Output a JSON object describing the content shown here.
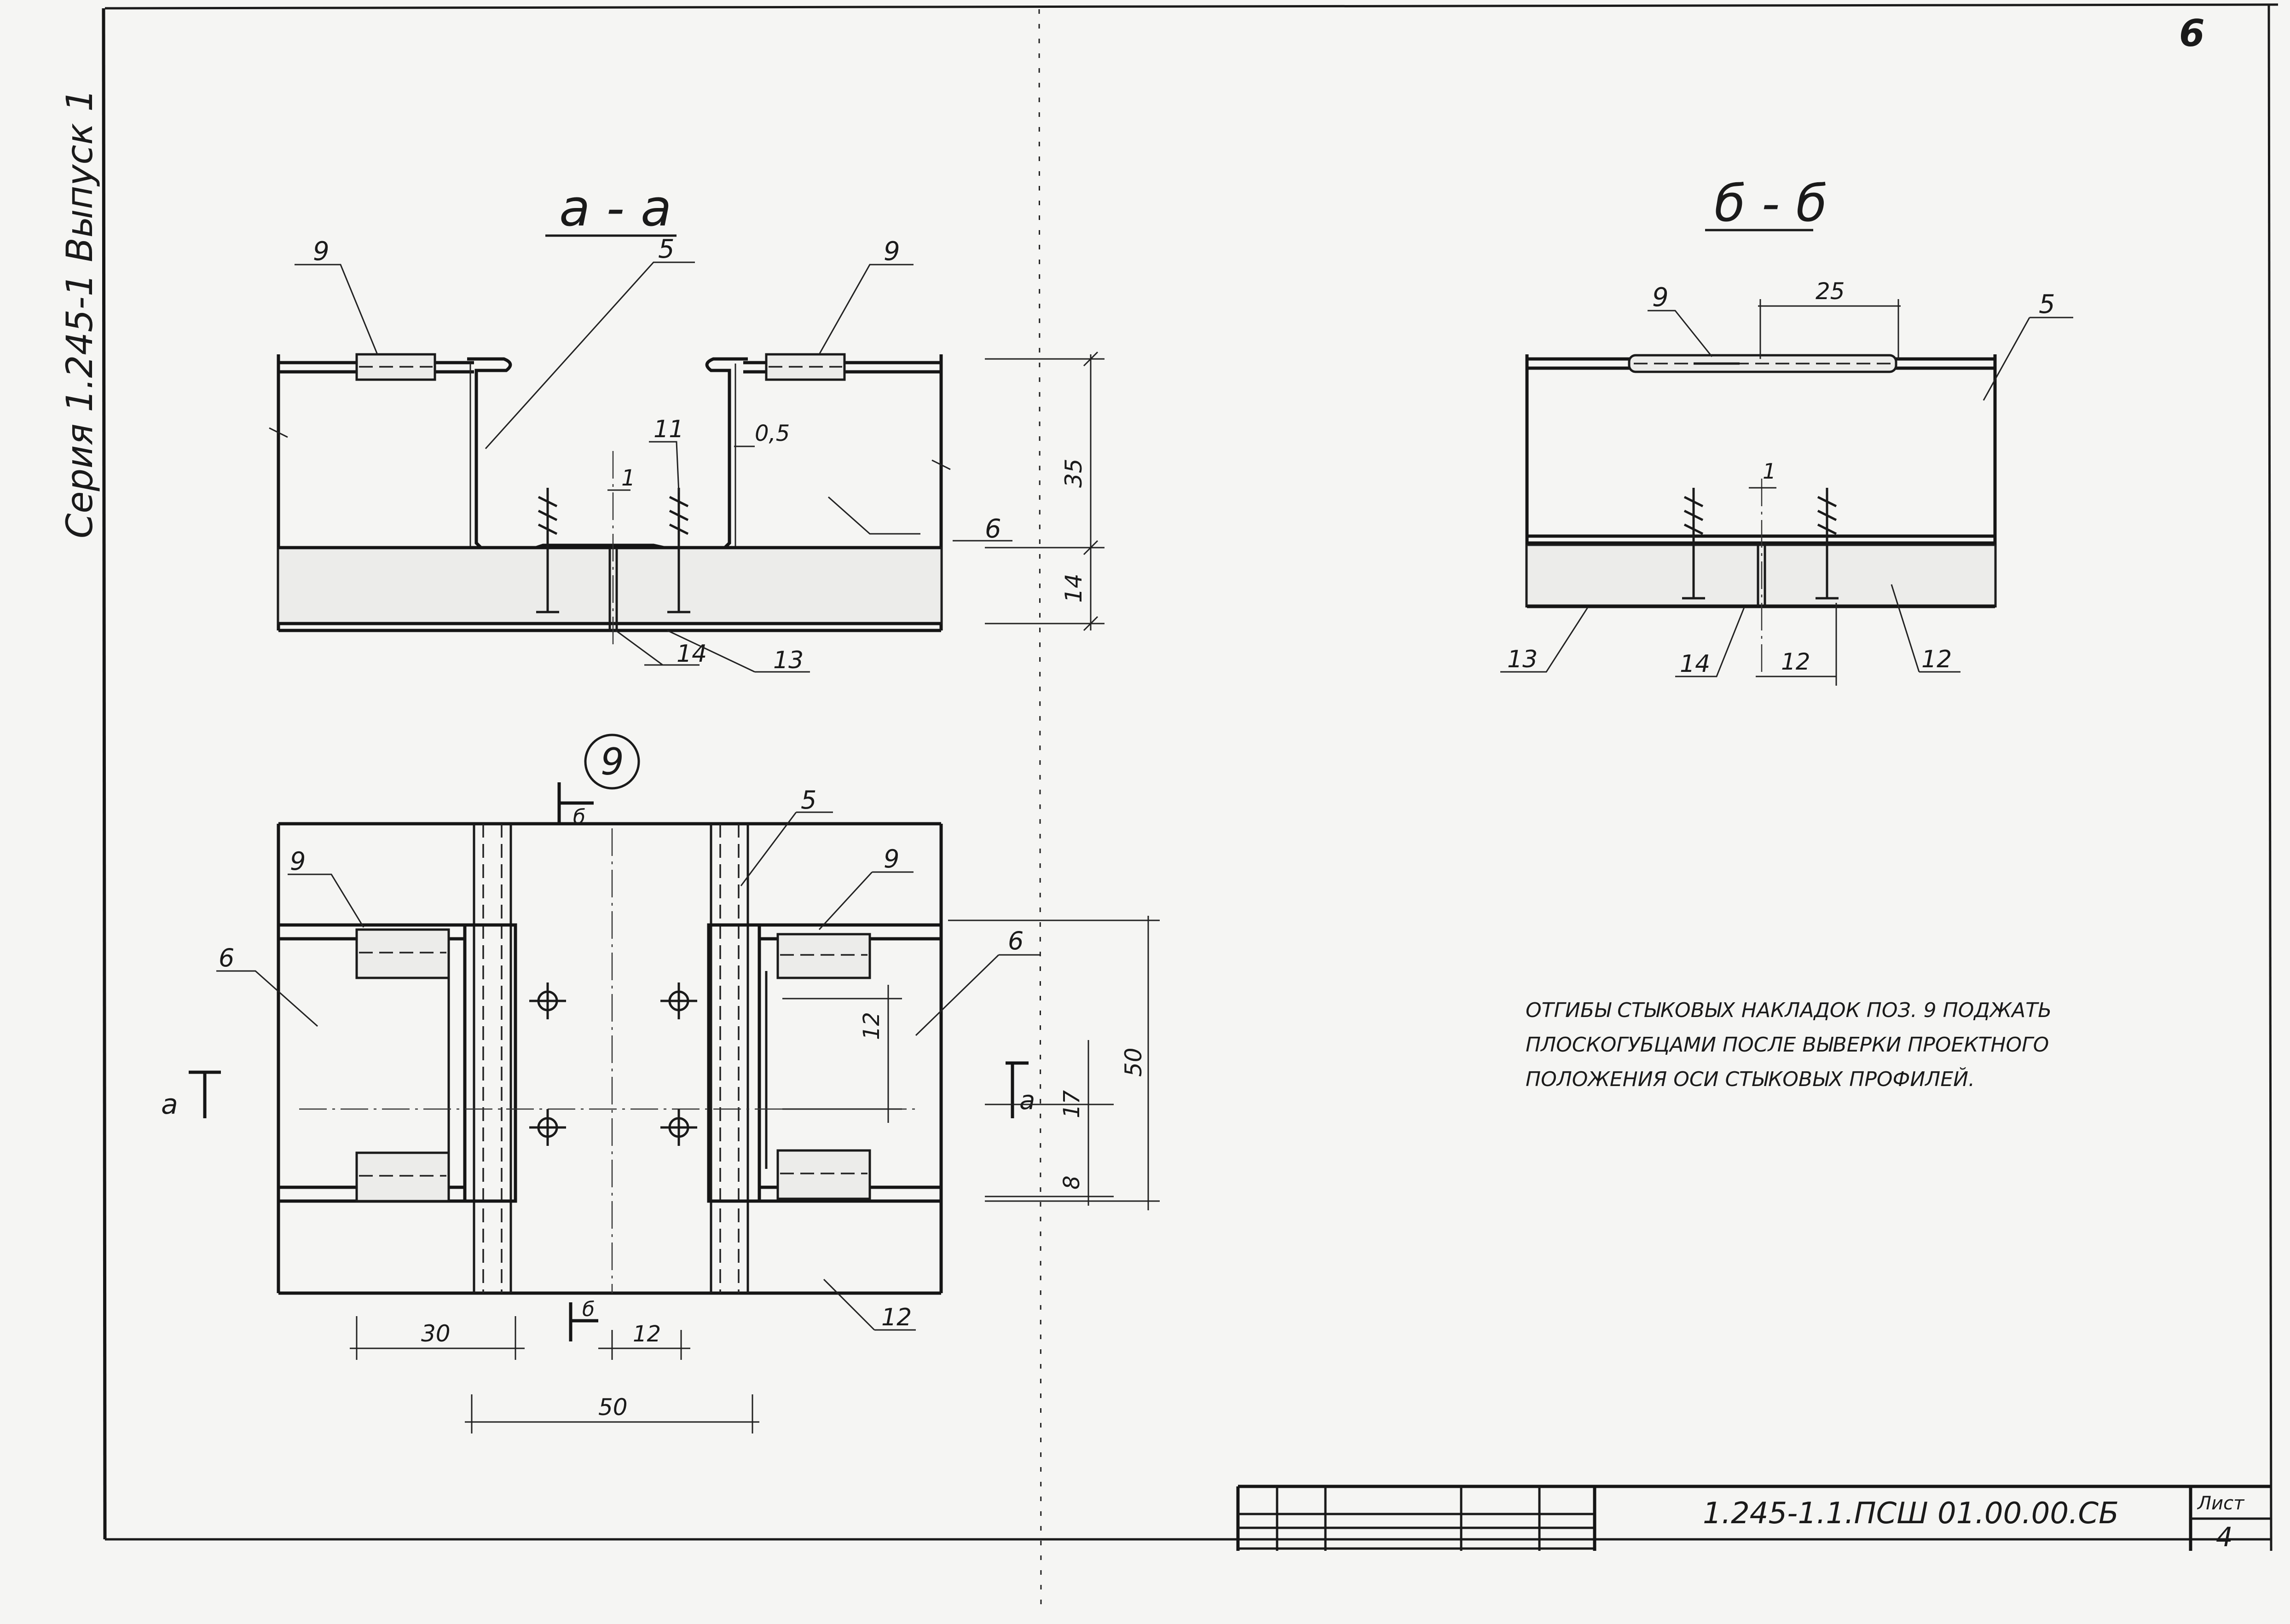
{
  "side_stamp": "Серия 1.245-1  Выпуск 1",
  "page_number": "6",
  "section_aa": {
    "title": "а - а",
    "pos_9_left": "9",
    "pos_5": "5",
    "pos_9_right": "9",
    "pos_11": "11",
    "thickness": "0,5",
    "gap": "1",
    "dim_35": "35",
    "dim_14": "14",
    "pos_6": "6",
    "pos_14": "14",
    "pos_13": "13"
  },
  "section_bb": {
    "title": "б - б",
    "pos_9": "9",
    "dim_25": "25",
    "pos_5": "5",
    "gap": "1",
    "pos_13": "13",
    "pos_14": "14",
    "dim_12": "12",
    "pos_12": "12"
  },
  "node_9": {
    "callout": "9",
    "cut_b_top": "б",
    "cut_b_bottom": "б",
    "cut_a_left": "а",
    "cut_a_right": "а",
    "pos_9_left": "9",
    "pos_6_left": "6",
    "pos_5": "5",
    "pos_9_right": "9",
    "pos_6_right": "6",
    "pos_12": "12",
    "dim_12_vert": "12",
    "dim_50_vert": "50",
    "dim_17": "17",
    "dim_8": "8",
    "dim_30": "30",
    "dim_12_horiz": "12",
    "dim_50_horiz": "50"
  },
  "note": {
    "line1": "ОТГИБЫ СТЫКОВЫХ НАКЛАДОК ПОЗ. 9 ПОДЖАТЬ",
    "line2": "ПЛОСКОГУБЦАМИ ПОСЛЕ ВЫВЕРКИ ПРОЕКТНОГО",
    "line3": "ПОЛОЖЕНИЯ  ОСИ СТЫКОВЫХ ПРОФИЛЕЙ."
  },
  "title_block": {
    "designation": "1.245-1.1.ПСШ 01.00.00.СБ",
    "sheet_label": "Лист",
    "sheet_number": "4"
  }
}
